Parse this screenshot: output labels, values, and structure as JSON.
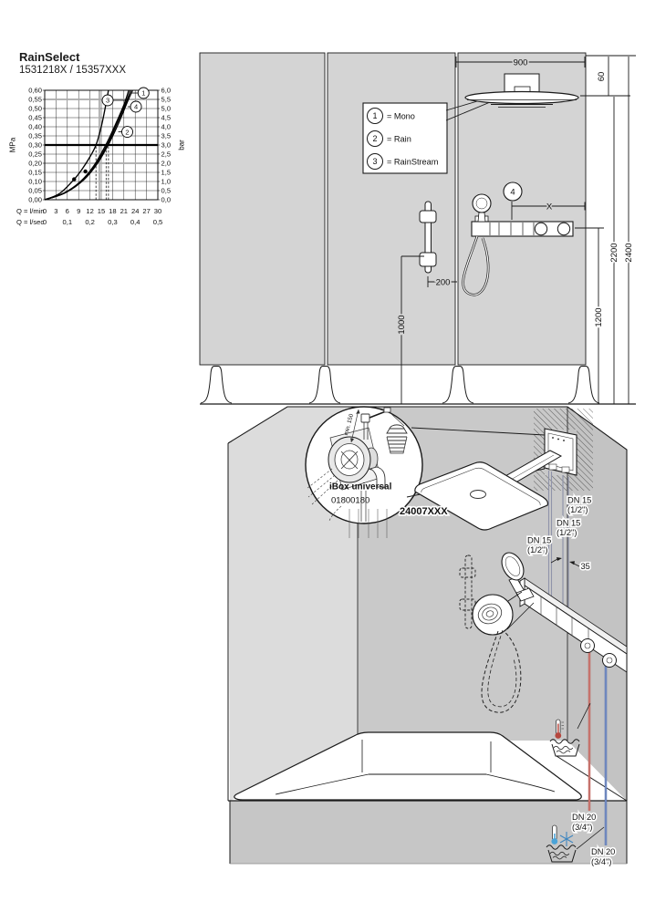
{
  "header": {
    "title": "RainSelect",
    "subtitle": "1531218X / 15357XXX"
  },
  "chart_data": {
    "type": "line",
    "title": "RainSelect 1531218X / 15357XXX flow-rate curves",
    "y_left": {
      "label": "MPa",
      "min": 0,
      "max": 0.6,
      "step": 0.05
    },
    "y_right": {
      "label": "bar",
      "min": 0,
      "max": 6,
      "step": 0.5
    },
    "x_lmin": {
      "label": "Q = l/min",
      "ticks": [
        0,
        3,
        6,
        9,
        12,
        15,
        18,
        21,
        24,
        27,
        30
      ]
    },
    "x_lsec": {
      "label": "Q = l/sec",
      "ticks": [
        "0",
        "0,1",
        "0,2",
        "0,3",
        "0,4",
        "0,5"
      ]
    },
    "pressure_line_mpa": 0.3,
    "gray_h_lines_mpa": [
      0.2,
      0.55
    ],
    "gray_v_line_lmin": 14.5,
    "dashed_v_lines_lmin": [
      13.6,
      16.3,
      16.9
    ],
    "markers": [
      [
        7.8,
        0.112
      ],
      [
        10.8,
        0.155
      ]
    ],
    "series": [
      {
        "id": "1",
        "name": "Mono",
        "points": [
          [
            0,
            0
          ],
          [
            5,
            0.035
          ],
          [
            9.5,
            0.1
          ],
          [
            13,
            0.185
          ],
          [
            16.2,
            0.3
          ],
          [
            18.5,
            0.4
          ],
          [
            21,
            0.52
          ],
          [
            22.3,
            0.6
          ]
        ],
        "label_at": [
          26.2,
          0.585
        ],
        "leader_to": [
          22.8,
          0.585
        ]
      },
      {
        "id": "2",
        "name": "Rain",
        "points": [
          [
            0,
            0
          ],
          [
            5.3,
            0.037
          ],
          [
            10,
            0.105
          ],
          [
            13.5,
            0.19
          ],
          [
            16.8,
            0.31
          ],
          [
            19,
            0.41
          ],
          [
            21.5,
            0.53
          ],
          [
            22.8,
            0.6
          ]
        ],
        "label_at": [
          21.9,
          0.372
        ],
        "leader_to": [
          19.5,
          0.372
        ]
      },
      {
        "id": "3",
        "name": "RainStream",
        "points": [
          [
            0,
            0
          ],
          [
            4,
            0.035
          ],
          [
            7.8,
            0.112
          ],
          [
            10,
            0.17
          ],
          [
            12,
            0.235
          ],
          [
            13.6,
            0.3
          ],
          [
            15,
            0.4
          ],
          [
            16.2,
            0.52
          ],
          [
            16.9,
            0.6
          ]
        ],
        "label_at": [
          16.7,
          0.545
        ],
        "leader_to": [
          21.3,
          0.545
        ]
      },
      {
        "id": "4",
        "name": "",
        "points": [
          [
            0,
            0
          ],
          [
            5.6,
            0.04
          ],
          [
            10.4,
            0.11
          ],
          [
            14,
            0.2
          ],
          [
            17.2,
            0.315
          ],
          [
            19.6,
            0.42
          ],
          [
            22,
            0.54
          ],
          [
            23.3,
            0.6
          ]
        ],
        "label_at": [
          24.2,
          0.51
        ],
        "leader_to": [
          22,
          0.51
        ]
      }
    ]
  },
  "upper": {
    "legend": [
      {
        "num": "1",
        "label": "= Mono"
      },
      {
        "num": "2",
        "label": "= Rain"
      },
      {
        "num": "3",
        "label": "= RainStream"
      }
    ],
    "callout": "4",
    "dim_900": "900",
    "dim_60": "60",
    "dim_x": "X",
    "dim_2200": "2200",
    "dim_2400": "2400",
    "dim_1200": "1200",
    "dim_1000": "1000",
    "dim_200": "200"
  },
  "lower": {
    "ibox_name": "iBox universal",
    "ibox_code": "01800180",
    "min_depth": "min. 150",
    "overhead_code": "24007XXX",
    "dn15": "DN 15",
    "dn15_size": "(1/2\")",
    "spacing": "35",
    "dn20": "DN 20",
    "dn20_size": "(3/4\")"
  },
  "colors": {
    "hot": "#b5473e",
    "cold": "#3f5fa7",
    "pipe_gray": "#9094aa",
    "panel": "#d4d4d4",
    "wall_left": "#dcdcdc",
    "wall_back": "#c9c9c9",
    "wall_right": "#c3c3c3",
    "apron": "#c6c6c6"
  }
}
